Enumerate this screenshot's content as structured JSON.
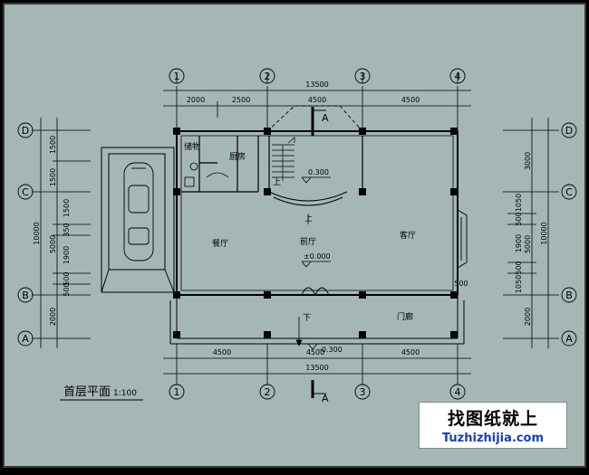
{
  "drawing": {
    "title": "首层平面",
    "scale": "1:100",
    "background": "#a5b7b5",
    "frame_color": "#000000"
  },
  "axes": {
    "vertical": [
      "1",
      "2",
      "3",
      "4"
    ],
    "horizontal": [
      "D",
      "C",
      "B",
      "A"
    ]
  },
  "dims": {
    "top_total": "13500",
    "top_segments": [
      "2000",
      "2500",
      "4500",
      "4500"
    ],
    "bottom_total": "13500",
    "bottom_segments": [
      "4500",
      "4500",
      "4500"
    ],
    "left_total": "10000",
    "left_segments": [
      "1500",
      "1500",
      "1500",
      "350",
      "1900",
      "500",
      "500",
      "5000",
      "2000"
    ],
    "right_total": "10000",
    "right_segments": [
      "3000",
      "1050",
      "500",
      "1900",
      "500",
      "1050",
      "5000",
      "2000"
    ],
    "side_wall": "500"
  },
  "section": {
    "mark": "A"
  },
  "rooms": {
    "storage": "储物",
    "kitchen": "厨房",
    "dining": "餐厅",
    "foyer": "前厅",
    "living": "客厅",
    "porch": "门廊"
  },
  "levels": {
    "upper": "0.300",
    "main": "±0.000",
    "outside": "-0.300"
  },
  "stairs": {
    "up": "上",
    "down": "下"
  },
  "logo": {
    "cn": "找图纸就上",
    "en": "Tuzhizhijia.com",
    "en_color": "#1a3fae"
  }
}
